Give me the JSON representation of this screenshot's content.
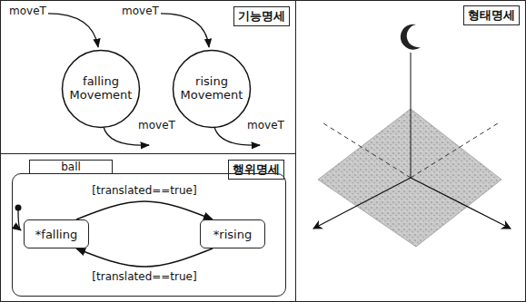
{
  "diagram": {
    "nodes": [
      {
        "text": [
          "기능명세"
        ]
      },
      {
        "text": [
          "falling Movement"
        ],
        "in": 0
      },
      {
        "text": [
          "rising Movement"
        ],
        "in": 0
      },
      {
        "text": [
          "행위명세"
        ]
      },
      {
        "text": [
          "ball"
        ],
        "in": 3
      },
      {
        "text": [
          "*falling"
        ],
        "in": 4
      },
      {
        "text": [
          "*rising"
        ],
        "in": 4
      },
      {
        "text": [
          "형태명세"
        ]
      }
    ],
    "edges": [
      {
        "from": 5,
        "to": 6,
        "arrow": "to",
        "label": "[translated==true]"
      },
      {
        "from": 6,
        "to": 5,
        "arrow": "to",
        "label": "[translated==true]"
      }
    ],
    "labels": [
      "moveT",
      "moveT",
      "moveT",
      "moveT"
    ]
  }
}
